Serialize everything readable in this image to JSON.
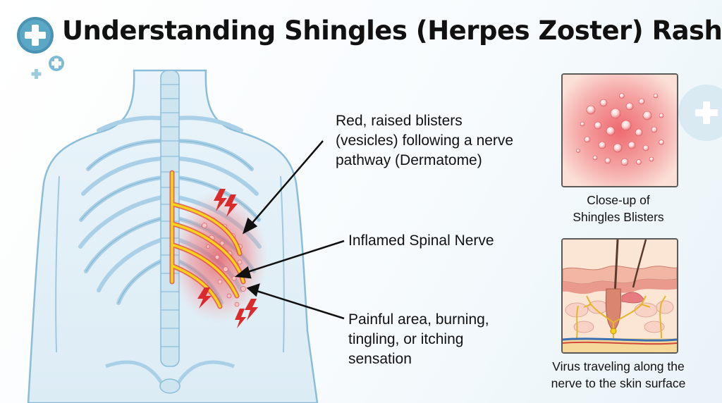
{
  "title": "Understanding Shingles (Herpes Zoster) Rash",
  "colors": {
    "accent": "#4a93b2",
    "body_outline": "#8bbdd9",
    "nerve": "#f2c200",
    "rash": "#e8505a",
    "pain_marks": "#d92b2b"
  },
  "icons": [
    "medical-plus-icon",
    "lightning-bolt-icon"
  ],
  "labels": {
    "blisters": "Red, raised blisters\n(vesicles) following a nerve\npathway (Dermatome)",
    "nerve": "Inflamed Spinal Nerve",
    "pain": "Painful area, burning,\ntingling, or itching\nsensation"
  },
  "panels": {
    "closeup_caption": "Close-up of\nShingles Blisters",
    "virus_caption": "Virus traveling along the\nnerve to the skin surface"
  }
}
